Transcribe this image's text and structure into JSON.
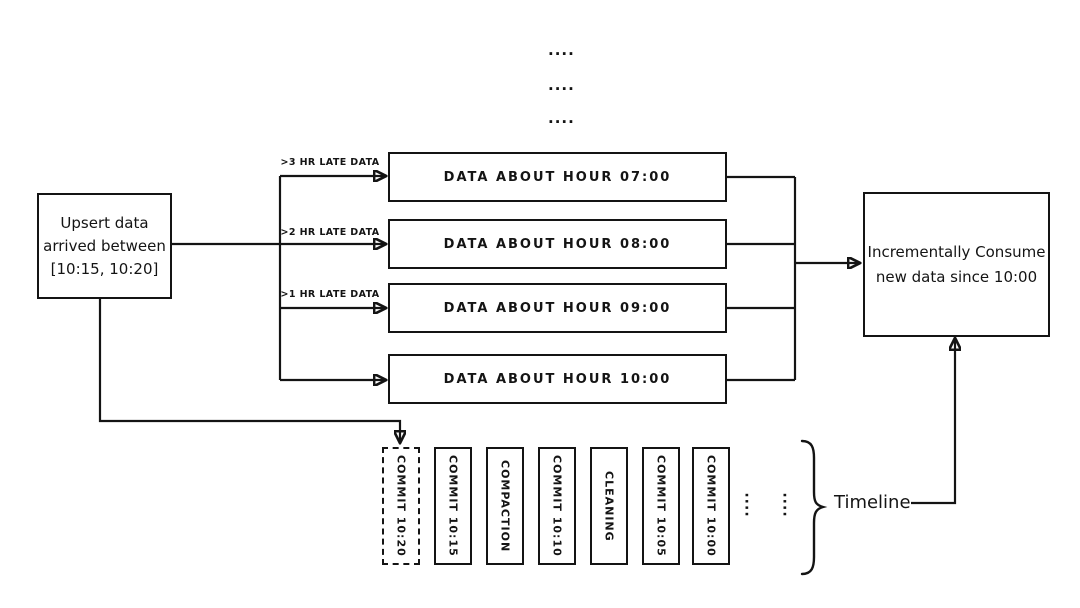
{
  "diagram": {
    "top_ellipsis": [
      "....",
      "....",
      "...."
    ],
    "upsert_box": {
      "lines": [
        "Upsert data",
        "arrived between",
        "[10:15, 10:20]"
      ]
    },
    "late_labels": [
      ">3 HR LATE DATA",
      ">2 HR LATE DATA",
      ">1 HR LATE DATA"
    ],
    "data_boxes": [
      "DATA ABOUT HOUR 07:00",
      "DATA ABOUT HOUR 08:00",
      "DATA ABOUT HOUR 09:00",
      "DATA ABOUT HOUR 10:00"
    ],
    "consume_box": {
      "lines": [
        "Incrementally Consume",
        "new data since 10:00"
      ]
    },
    "timeline": {
      "entries": [
        {
          "label": "COMMIT 10:20",
          "style": "dashed"
        },
        {
          "label": "COMMIT 10:15",
          "style": "solid"
        },
        {
          "label": "COMPACTION",
          "style": "solid"
        },
        {
          "label": "COMMIT 10:10",
          "style": "solid"
        },
        {
          "label": "CLEANING",
          "style": "solid"
        },
        {
          "label": "COMMIT 10:05",
          "style": "solid"
        },
        {
          "label": "COMMIT 10:00",
          "style": "solid"
        }
      ],
      "ellipsis": [
        "····",
        "····"
      ],
      "label": "Timeline"
    },
    "colors": {
      "stroke": "#141414",
      "background": "#ffffff"
    }
  }
}
